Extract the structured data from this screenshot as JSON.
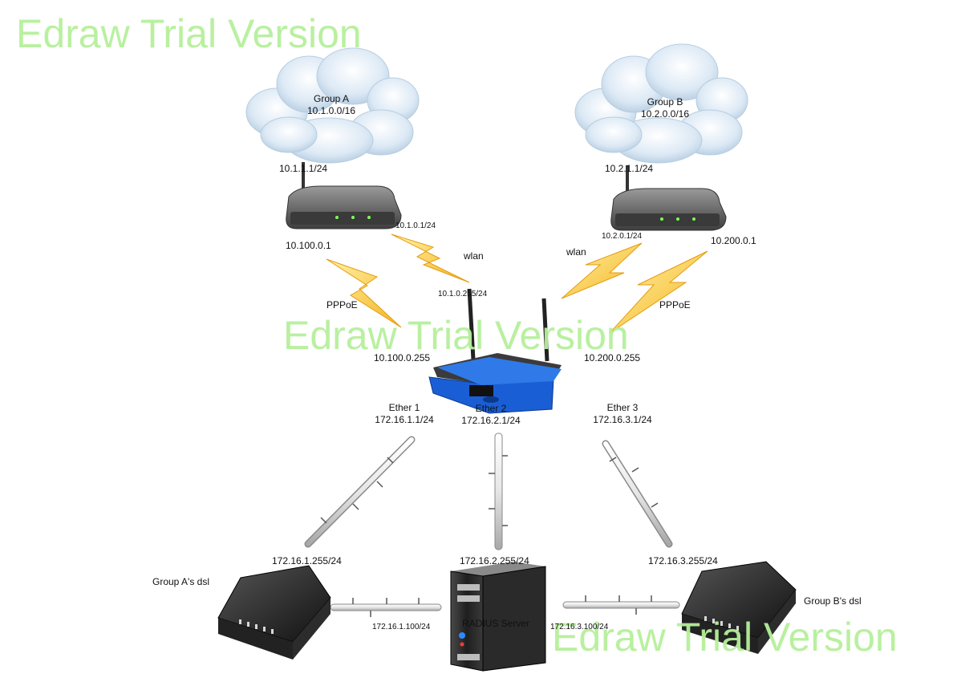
{
  "watermark": {
    "text_top": "Edraw Trial Version",
    "text_middle": "Edraw Trial Version",
    "text_bottom": "Edraw Trial Version"
  },
  "clouds": {
    "group_a": {
      "name": "Group A",
      "network": "10.1.0.0/16"
    },
    "group_b": {
      "name": "Group B",
      "network": "10.2.0.0/16"
    }
  },
  "routers": {
    "a": {
      "lan_ip": "10.1.1.1/24",
      "wlan_ip": "10.1.0.1/24",
      "ppp_ip": "10.100.0.1"
    },
    "b": {
      "lan_ip": "10.2.1.1/24",
      "wlan_ip": "10.2.0.1/24",
      "ppp_ip": "10.200.0.1"
    }
  },
  "links": {
    "wlan_left": "wlan",
    "wlan_right": "wlan",
    "pppoe_left": "PPPoE",
    "pppoe_right": "PPPoE"
  },
  "central_router": {
    "wlan_ip": "10.1.0.255/24",
    "ppp_a_ip": "10.100.0.255",
    "ppp_b_ip": "10.200.0.255",
    "ether1": {
      "name": "Ether 1",
      "ip": "172.16.1.1/24"
    },
    "ether2": {
      "name": "Ether 2",
      "ip": "172.16.2.1/24"
    },
    "ether3": {
      "name": "Ether 3",
      "ip": "172.16.3.1/24"
    }
  },
  "segments": {
    "seg1_far_ip": "172.16.1.255/24",
    "seg2_far_ip": "172.16.2.255/24",
    "seg3_far_ip": "172.16.3.255/24",
    "dsl_a_ip": "172.16.1.100/24",
    "dsl_b_ip": "172.16.3.100/24"
  },
  "devices": {
    "dsl_a": {
      "label": "Group A's dsl"
    },
    "dsl_b": {
      "label": "Group B's dsl"
    },
    "radius": {
      "label": "RADIUS Server"
    }
  },
  "colors": {
    "cloud_fill": "#dce9f5",
    "cloud_shade": "#a9c3db",
    "lightning": "#f5b41e",
    "router_body": "#5c5c5c",
    "linksys_blue": "#1a5ed6",
    "bus_fill": "#e6e6e6",
    "watermark": "#b6f09b"
  }
}
